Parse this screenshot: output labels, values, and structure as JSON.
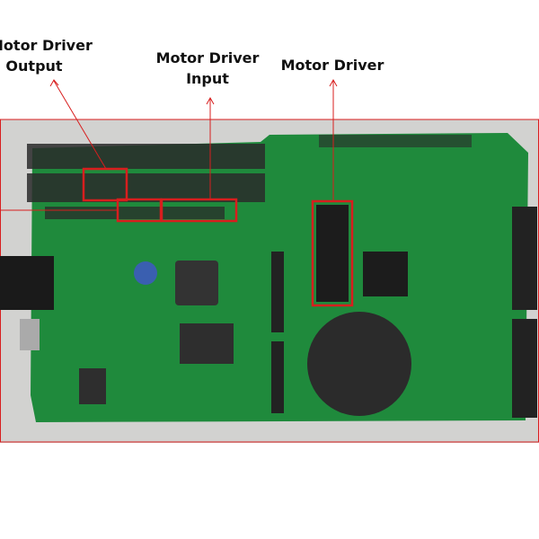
{
  "annotations": [
    {
      "line1": "Motor Driver",
      "line2": "Output"
    },
    {
      "line1": "Motor Driver",
      "line2": "Input"
    },
    {
      "line1": "Motor Driver",
      "line2": ""
    }
  ],
  "colors": {
    "annotation": "#d81e1e",
    "board": "#1f8a3c",
    "background": "#cfcfcf"
  }
}
